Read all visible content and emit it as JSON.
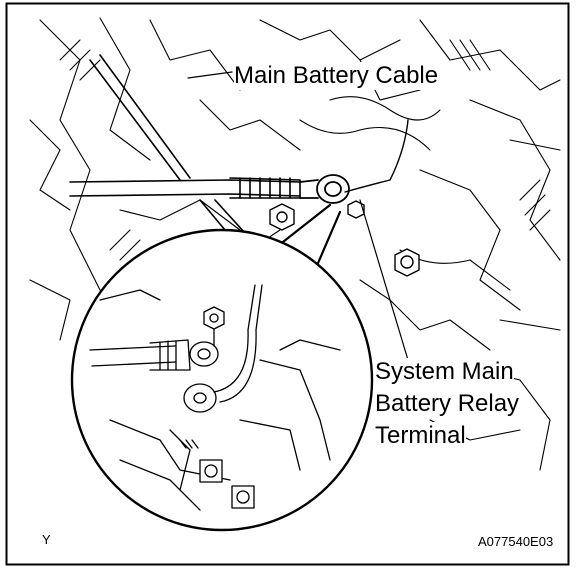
{
  "labels": {
    "main_battery_cable": "Main Battery Cable",
    "relay_line1": "System Main",
    "relay_line2": "Battery Relay",
    "relay_line3": "Terminal"
  },
  "corner": {
    "view_mark": "Y",
    "figure_code": "A077540E03"
  }
}
